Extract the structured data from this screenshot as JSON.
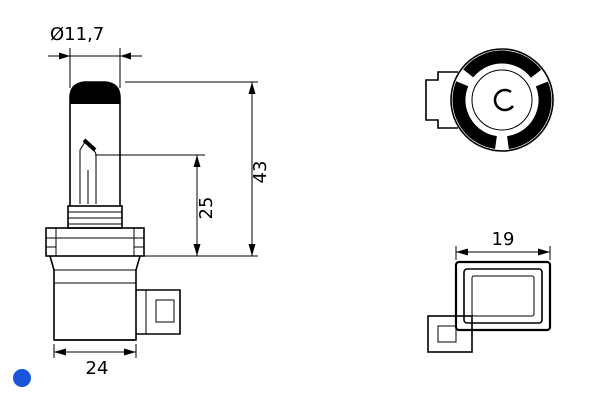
{
  "labels": {
    "diameter": "Ø11,7",
    "height_total": "43",
    "height_filament": "25",
    "base_width": "24",
    "base_depth": "19"
  },
  "colors": {
    "line": "#000000",
    "accent_dot": "#1a56db",
    "background": "#ffffff",
    "inner_fill": "#cccccc"
  }
}
